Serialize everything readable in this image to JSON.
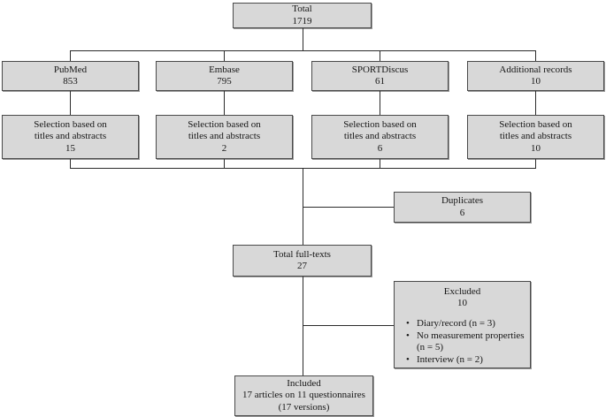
{
  "colors": {
    "box_fill": "#d8d8d8",
    "box_border": "#4a4a4a",
    "connector_line": "#2b2b2b",
    "background": "#ffffff"
  },
  "flow": {
    "total": {
      "label": "Total",
      "count": "1719"
    },
    "selection_line1": "Selection based on",
    "selection_line2": "titles and abstracts",
    "columns": [
      {
        "source": "PubMed",
        "source_count": "853",
        "selection_count": "15"
      },
      {
        "source": "Embase",
        "source_count": "795",
        "selection_count": "2"
      },
      {
        "source": "SPORTDiscus",
        "source_count": "61",
        "selection_count": "6"
      },
      {
        "source": "Additional records",
        "source_count": "10",
        "selection_count": "10"
      }
    ],
    "duplicates": {
      "label": "Duplicates",
      "count": "6"
    },
    "full_texts": {
      "label": "Total full-texts",
      "count": "27"
    },
    "excluded": {
      "label": "Excluded",
      "count": "10",
      "reasons": [
        "Diary/record (n = 3)",
        "No measurement properties (n = 5)",
        "Interview (n = 2)"
      ]
    },
    "included": {
      "label": "Included",
      "line2": "17 articles on 11 questionnaires",
      "line3": "(17 versions)"
    }
  }
}
